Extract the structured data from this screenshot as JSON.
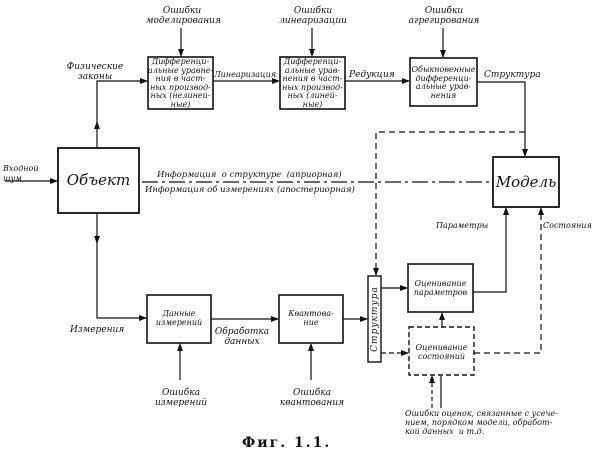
{
  "diagram": {
    "caption": "Фиг. 1.1.",
    "nodes": {
      "object": "Объект",
      "model": "Модель",
      "pde_nonlinear": "Дифференци-\nальные уравне-\nния в част-\nных производ-\nных (нелиней-\nные)",
      "pde_linear": "Дифференци-\nальные урав-\nнения в част-\nных производ-\nных (линей-\nные)",
      "ode": "Обыкновенные\nдифференци-\nальные урав-\nнения",
      "measurement_data": "Данные\nизмерений",
      "quantization": "Квантова-\nние",
      "structure": "Структура",
      "parameter_estimation": "Оценивание\nпараметров",
      "state_estimation": "Оценивание\nсостояний"
    },
    "labels": {
      "input_noise": "Входной\nшум",
      "physical_laws": "Физические\nзаконы",
      "modeling_errors": "Ошибки\nмоделирования",
      "linearization_errors": "Ошибки\nлинеаризации",
      "aggregation_errors": "Ошибки\nагрегирования",
      "linearization": "Линеаризация",
      "reduction": "Редукция",
      "structure_out": "Структура",
      "info_structure": "Информация  о структуре  (априорная)",
      "info_measurements": "Информация об измерениях (апостериорная)",
      "parameters": "Параметры",
      "states": "Состояния",
      "measurements": "Измерения",
      "data_processing": "Обработка\nданных",
      "measurement_error": "Ошибка\nизмерений",
      "quantization_error": "Ошибка\nквантования",
      "estimation_errors": "Ошибки оценок, связанные с усече-\nнием, порядком модели, обработ-\nкой данных  и т.д."
    }
  }
}
